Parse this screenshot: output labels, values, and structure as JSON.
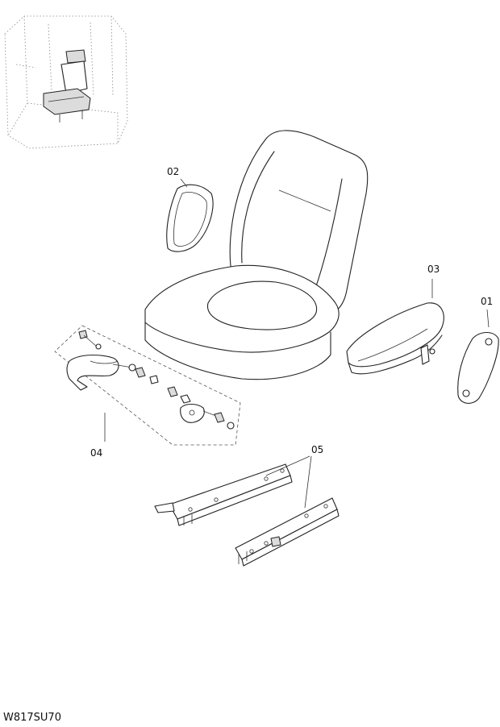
{
  "diagram": {
    "callouts": {
      "p01": "01",
      "p02": "02",
      "p03": "03",
      "p04": "04",
      "p05": "05"
    },
    "drawing_code": "W817SU70"
  }
}
